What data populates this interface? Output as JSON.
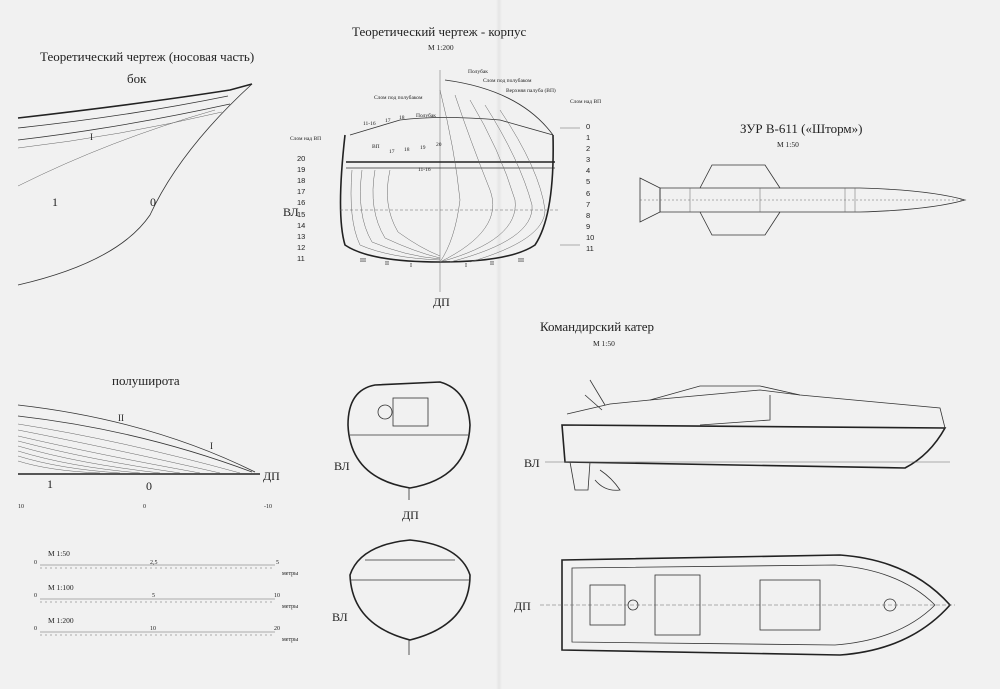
{
  "left": {
    "title": "Теоретический чертеж (носовая часть)",
    "side_label": "бок",
    "side_stations": {
      "a": "1",
      "b": "0",
      "wl": "I"
    },
    "half_label": "полуширота",
    "half_stations": {
      "a": "1",
      "b": "0",
      "dp": "ДП",
      "w1": "I",
      "w2": "II"
    },
    "half_ticks": [
      "10",
      "0",
      "-10"
    ],
    "scales": [
      {
        "label": "М 1:50",
        "ticks": [
          "0",
          "2,5",
          "5"
        ],
        "unit": "метры"
      },
      {
        "label": "М 1:100",
        "ticks": [
          "0",
          "5",
          "10"
        ],
        "unit": "метры"
      },
      {
        "label": "М 1:200",
        "ticks": [
          "0",
          "10",
          "20"
        ],
        "unit": "метры"
      }
    ]
  },
  "body": {
    "title": "Теоретический чертеж - корпус",
    "scale": "М 1:200",
    "vl": "ВЛ",
    "dp": "ДП",
    "callouts": [
      "Полубак",
      "Слом под полубаком",
      "Верхняя палуба (ВП)",
      "Слом над ВП",
      "Слом под полубаком",
      "Полубак",
      "Слом над ВП",
      "ВП"
    ],
    "left_numbers": [
      "20",
      "19",
      "18",
      "17",
      "16",
      "15",
      "14",
      "13",
      "12",
      "11"
    ],
    "right_numbers": [
      "0",
      "1",
      "2",
      "3",
      "4",
      "5",
      "6",
      "7",
      "8",
      "9",
      "10",
      "11"
    ],
    "waterlines": [
      "III",
      "II",
      "I",
      "I",
      "II",
      "III"
    ],
    "upper_stations": [
      "11-16",
      "17",
      "18"
    ],
    "inner_stations": [
      "17",
      "18",
      "19",
      "20",
      "11-16"
    ]
  },
  "missile": {
    "title": "ЗУР В-611 («Шторм»)",
    "scale": "М 1:50"
  },
  "boat": {
    "title": "Командирский катер",
    "scale": "М 1:50",
    "vl": "ВЛ",
    "dp": "ДП"
  },
  "sections": {
    "vl": "ВЛ",
    "dp": "ДП"
  }
}
